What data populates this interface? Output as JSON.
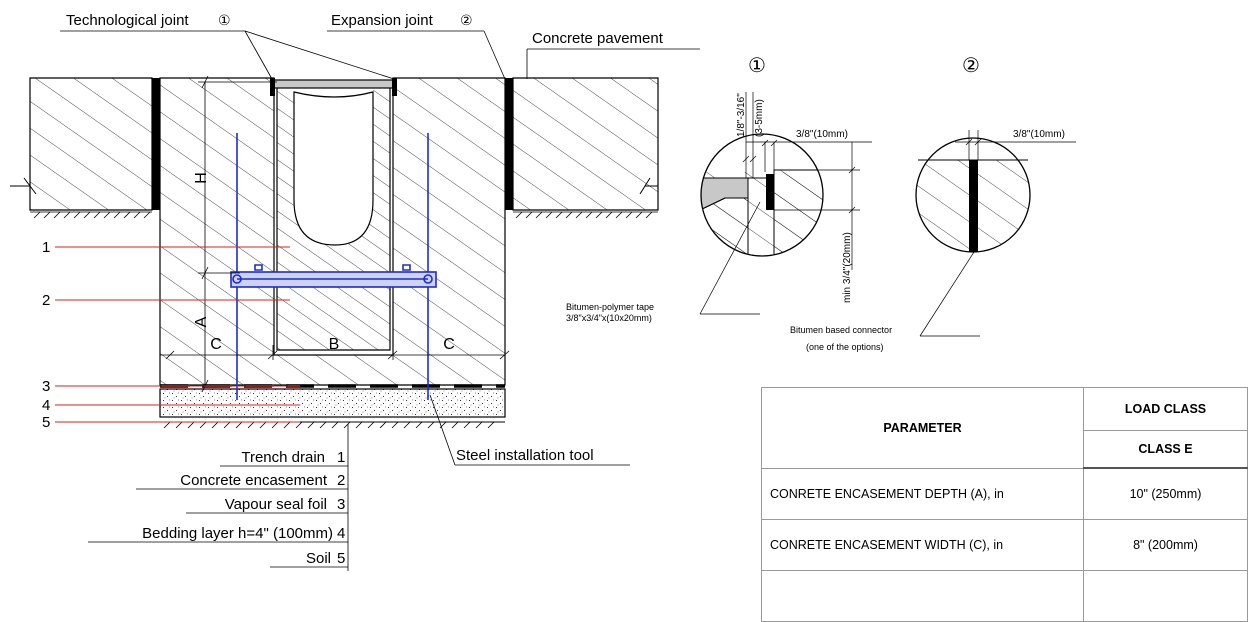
{
  "labels": {
    "technological_joint": "Technological joint",
    "expansion_joint": "Expansion joint",
    "concrete_pavement": "Concrete pavement",
    "circle_1": "①",
    "circle_2": "②",
    "dim_h": "H",
    "dim_a": "A",
    "dim_b": "B",
    "dim_c": "C",
    "layer_numbers": [
      "1",
      "2",
      "3",
      "4",
      "5"
    ],
    "steel_installation_tool": "Steel installation tool"
  },
  "legend": [
    {
      "text": "Trench drain",
      "num": "1"
    },
    {
      "text": "Concrete encasement",
      "num": "2"
    },
    {
      "text": "Vapour seal foil",
      "num": "3"
    },
    {
      "text": "Bedding layer h=4\" (100mm)",
      "num": "4"
    },
    {
      "text": "Soil",
      "num": "5"
    }
  ],
  "detail1": {
    "gap_imperial": "1/8\"-3/16\"",
    "gap_metric": "(3-5mm)",
    "width": "3/8\"(10mm)",
    "depth": "min 3/4\"(20mm)",
    "tape_line1": "Bitumen-polymer tape",
    "tape_line2": "3/8\"x3/4\"x(10x20mm)"
  },
  "detail2": {
    "width": "3/8\"(10mm)",
    "connector_line1": "Bitumen based connector",
    "connector_line2": "(one of the options)"
  },
  "table": {
    "col_param": "PARAMETER",
    "col_load": "LOAD CLASS",
    "col_class": "CLASS E",
    "rows": [
      {
        "param": "CONRETE ENCASEMENT DEPTH (A), in",
        "value": "10\" (250mm)"
      },
      {
        "param": "CONRETE ENCASEMENT WIDTH (C), in",
        "value": "8\" (200mm)"
      }
    ]
  },
  "colors": {
    "rebar": "#1c2bd4",
    "leader_red": "#d42020",
    "line": "#000000"
  }
}
